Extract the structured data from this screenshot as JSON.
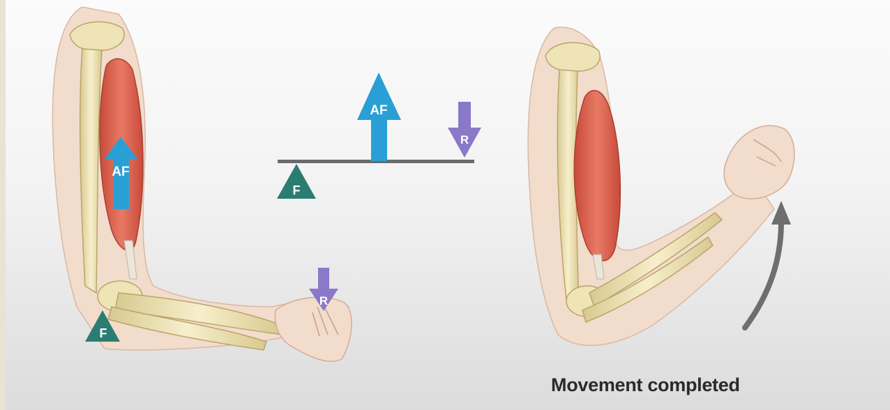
{
  "labels": {
    "effort": "AF",
    "fulcrum": "F",
    "resistance": "R"
  },
  "caption": "Movement completed",
  "colors": {
    "effort_arrow": "#2a9fd6",
    "fulcrum_triangle": "#2b7d72",
    "resistance_arrow": "#8a78c8",
    "muscle": "#d9614f",
    "bone": "#efe4b6",
    "skin": "#f3dccc",
    "lever_bar": "#6a6a6a"
  }
}
